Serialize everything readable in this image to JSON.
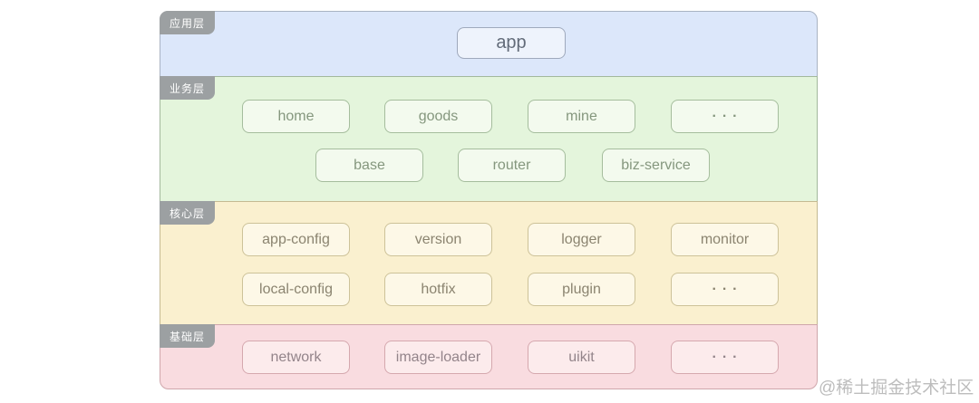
{
  "watermark": "@稀土掘金技术社区",
  "palette": {
    "application_band": "#dce7fa",
    "business_band": "#e4f5dc",
    "core_band": "#faf0cf",
    "foundation_band": "#f9dce0",
    "label_tab": "#9ca0a2"
  },
  "layers": [
    {
      "name": "应用层",
      "rows": [
        [
          "app"
        ]
      ]
    },
    {
      "name": "业务层",
      "rows": [
        [
          "home",
          "goods",
          "mine",
          "···"
        ],
        [
          "base",
          "router",
          "biz-service"
        ]
      ]
    },
    {
      "name": "核心层",
      "rows": [
        [
          "app-config",
          "version",
          "logger",
          "monitor"
        ],
        [
          "local-config",
          "hotfix",
          "plugin",
          "···"
        ]
      ]
    },
    {
      "name": "基础层",
      "rows": [
        [
          "network",
          "image-loader",
          "uikit",
          "···"
        ]
      ]
    }
  ]
}
